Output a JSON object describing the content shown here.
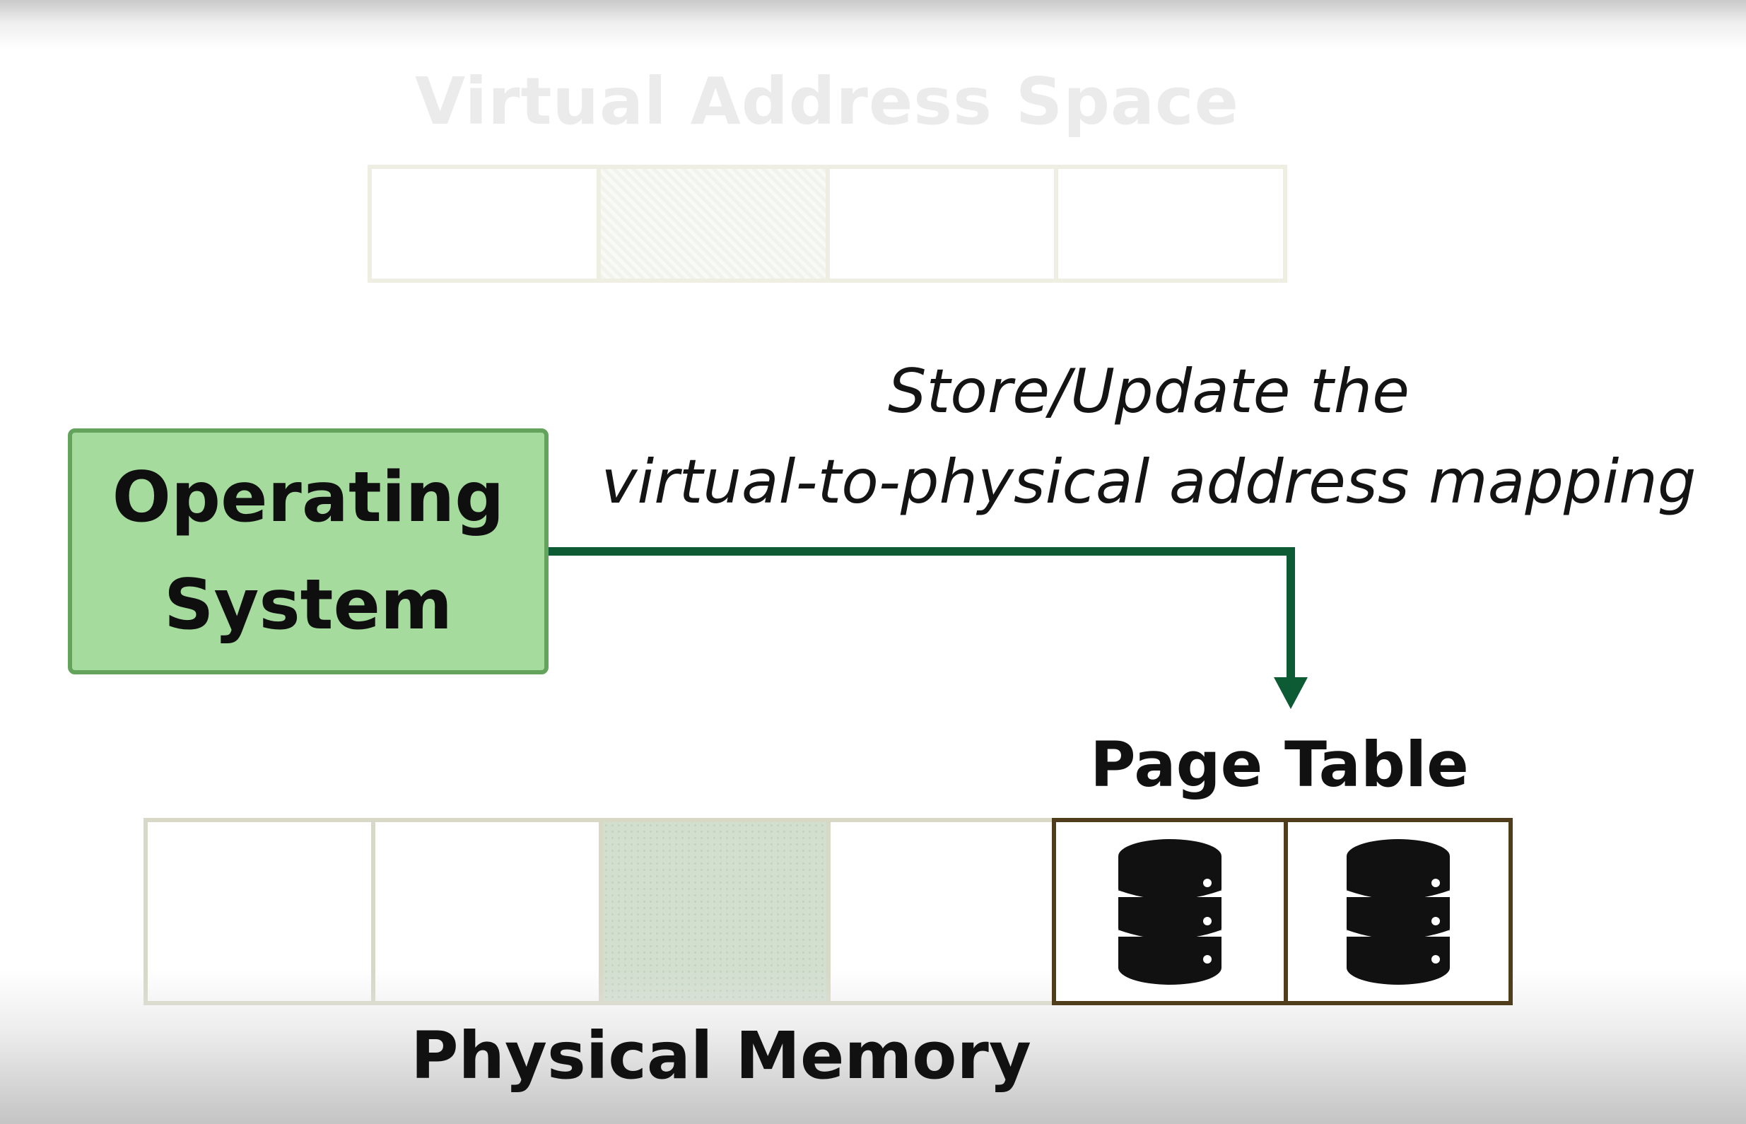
{
  "virtual_address_space": {
    "title": "Virtual Address Space",
    "pages": [
      {
        "state": "empty"
      },
      {
        "state": "hatched"
      },
      {
        "state": "empty"
      },
      {
        "state": "empty"
      }
    ]
  },
  "operating_system": {
    "label_line1": "Operating",
    "label_line2": "System"
  },
  "annotation": {
    "line1": "Store/Update the",
    "line2": "virtual-to-physical address mapping"
  },
  "page_table": {
    "title": "Page Table",
    "icon": "database-icon"
  },
  "physical_memory": {
    "title": "Physical Memory",
    "frames": [
      {
        "state": "empty"
      },
      {
        "state": "empty"
      },
      {
        "state": "dotted"
      },
      {
        "state": "empty"
      },
      {
        "state": "page-table"
      },
      {
        "state": "page-table"
      }
    ]
  },
  "colors": {
    "os_fill": "#a5dc9d",
    "os_border": "#63a35c",
    "arrow": "#0d5b35",
    "page_table_border": "#4f3d1b",
    "faded_border": "#eeeee2",
    "memory_border": "#d8d8c6"
  }
}
